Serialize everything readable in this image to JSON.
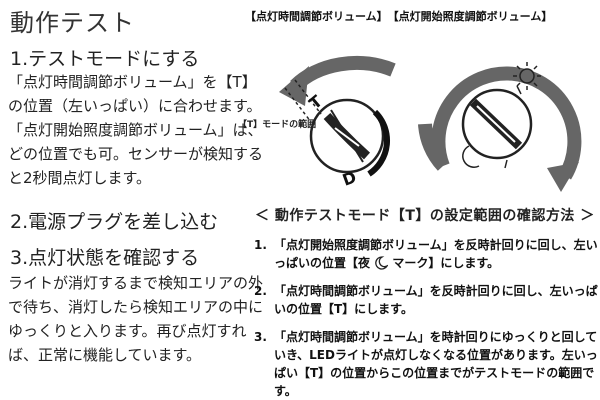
{
  "left": {
    "title": "動作テスト",
    "step1": {
      "title": "1.テストモードにする",
      "body": "「点灯時間調節ボリューム」を【T】の位置（左いっぱい）に合わせます。「点灯開始照度調節ボリューム」は、どの位置でも可。センサーが検知すると2秒間点灯します。"
    },
    "step2": {
      "title": "2.電源プラグを差し込む"
    },
    "step3": {
      "title": "3.点灯状態を確認する",
      "body": "ライトが消灯するまで検知エリアの外で待ち、消灯したら検知エリアの中にゆっくりと入ります。再び点灯すれば、正常に機能しています。"
    }
  },
  "diagram": {
    "label_time_knob": "【点灯時間調節ボリューム】",
    "label_lux_knob": "【点灯開始照度調節ボリューム】",
    "t_range_label": "【T】モードの範囲",
    "knob_left_letter_t": "T",
    "knob_left_letter_d": "D"
  },
  "method": {
    "title": "＜ 動作テストモード【T】の設定範囲の確認方法 ＞",
    "items": [
      {
        "num": "1.",
        "text_a": "「点灯開始照度調節ボリューム」を反時計回りに回し、左いっぱいの位置【夜 ",
        "text_b": " マーク】にします。"
      },
      {
        "num": "2.",
        "text": "「点灯時間調節ボリューム」を反時計回りに回し、左いっぱいの位置【T】にします。"
      },
      {
        "num": "3.",
        "text": "「点灯時間調節ボリューム」を時計回りにゆっくりと回していき、LEDライトが点灯しなくなる位置があります。左いっぱい【T】の位置からこの位置までがテストモードの範囲です。"
      }
    ]
  },
  "colors": {
    "arrow": "#666666",
    "text": "#222222",
    "title": "#333333"
  },
  "icons": [
    "moon-icon",
    "sun-icon",
    "arrow-counterclockwise-icon",
    "arrow-clockwise-icon"
  ]
}
